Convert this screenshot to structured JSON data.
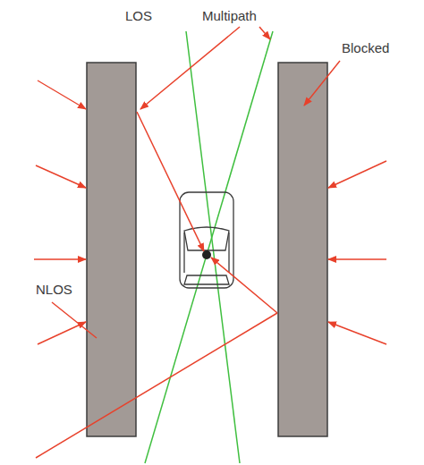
{
  "diagram": {
    "labels": [
      "LOS",
      "Multipath",
      "Blocked",
      "NLOS"
    ]
  }
}
